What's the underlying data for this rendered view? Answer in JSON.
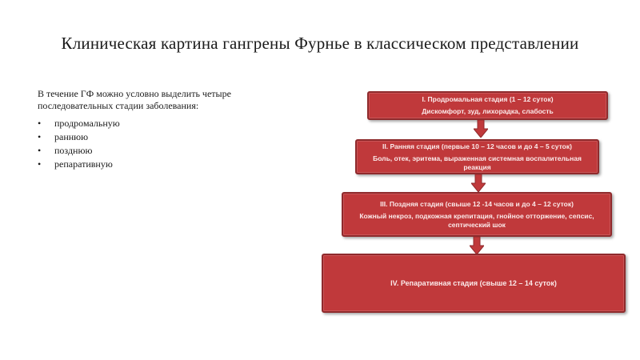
{
  "slide": {
    "title": "Клиническая картина гангрены Фурнье в классическом представлении",
    "intro": "В течение ГФ можно условно выделить четыре последовательных стадии заболевания:",
    "bullet_glyph": "•",
    "stages_list": [
      "продромальную",
      "раннюю",
      "позднюю",
      "репаративную"
    ]
  },
  "diagram": {
    "colors": {
      "box_fill": "#c0393b",
      "box_border": "#8f2a2c",
      "arrow_fill": "#c0393b",
      "text": "#fbeaea"
    },
    "stages": [
      {
        "heading": "I. Продромальная стадия (1 – 12 суток)",
        "text": "Дискомфорт, зуд, лихорадка, слабость"
      },
      {
        "heading": "II. Ранняя стадия (первые 10 – 12 часов и до 4 – 5 суток)",
        "text": "Боль, отек, эритема, выраженная системная воспалительная реакция"
      },
      {
        "heading": "III. Поздняя стадия (свыше 12 -14 часов и до 4 – 12 суток)",
        "text": "Кожный некроз, подкожная крепитация, гнойное отторжение, сепсис, септический шок"
      },
      {
        "heading": "IV. Репаративная стадия (свыше 12 – 14 суток)",
        "text": ""
      }
    ]
  }
}
